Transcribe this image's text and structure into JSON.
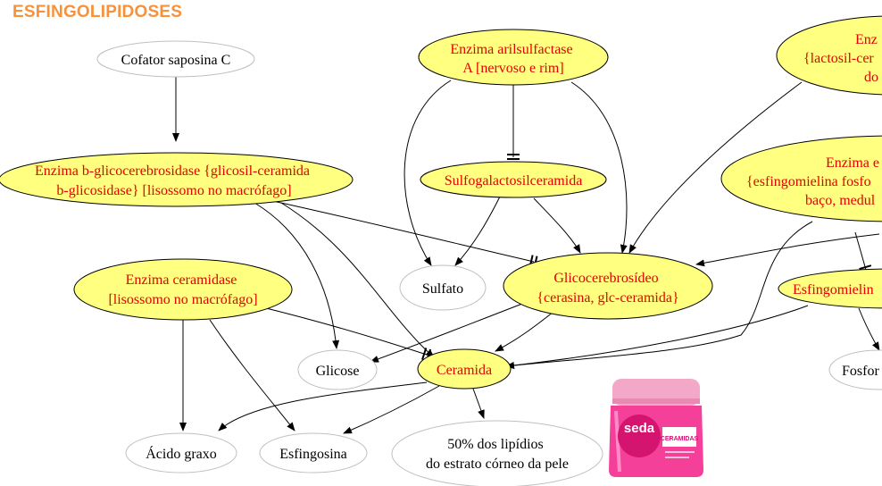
{
  "page": {
    "title": "ESFINGOLIPIDOSES"
  },
  "colors": {
    "title": "#f7923a",
    "enzyme_fill": "#ffff80",
    "enzyme_text": "#e50000",
    "plain_fill": "#ffffff",
    "plain_text": "#000000",
    "edge": "#000000"
  },
  "nodes": {
    "cofator": {
      "lines": [
        "Cofator saposina C"
      ]
    },
    "arilsulf": {
      "lines": [
        "Enzima arilsulfactase",
        "A [nervoso e rim]"
      ]
    },
    "lactosil": {
      "lines": [
        "Enz",
        "{lactosil-cer",
        "do"
      ]
    },
    "bglico": {
      "lines": [
        "Enzima b-glicocerebrosidase {glicosil-ceramida",
        "b-glicosidase} [lisossomo no macrófago]"
      ]
    },
    "sulfogal": {
      "lines": [
        "Sulfogalactosilceramida"
      ]
    },
    "esfmielina_enz": {
      "lines": [
        "Enzima e",
        "{esfingomielina fosfo",
        "baço, medul"
      ]
    },
    "ceramidase": {
      "lines": [
        "Enzima ceramidase",
        "[lisossomo no macrófago]"
      ]
    },
    "sulfato": {
      "lines": [
        "Sulfato"
      ]
    },
    "glicocer": {
      "lines": [
        "Glicocerebrosídeo",
        "{cerasina, glc-ceramida}"
      ]
    },
    "esfingomielina": {
      "lines": [
        "Esfingomielin"
      ]
    },
    "glicose": {
      "lines": [
        "Glicose"
      ]
    },
    "ceramida": {
      "lines": [
        "Ceramida"
      ]
    },
    "fosfo": {
      "lines": [
        "Fosfor"
      ]
    },
    "acido": {
      "lines": [
        "Ácido graxo"
      ]
    },
    "esfingosina": {
      "lines": [
        "Esfingosina"
      ]
    },
    "lipidios": {
      "lines": [
        "50% dos lipídios",
        "do estrato córneo da pele"
      ]
    }
  },
  "product_image": {
    "brand": "seda",
    "product_label": "CERAMIDAS",
    "colors": {
      "jar": "#f5409a",
      "lid": "#f4a8c8",
      "label": "#ffffff"
    }
  }
}
